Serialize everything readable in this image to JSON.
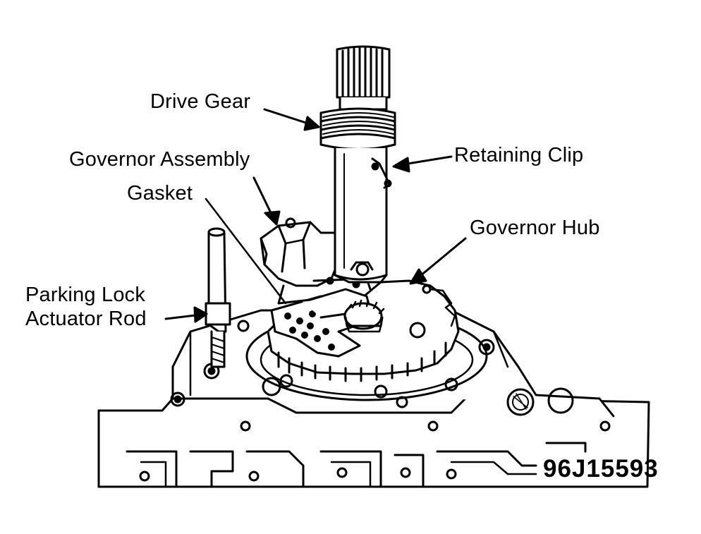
{
  "labels": {
    "drive_gear": "Drive Gear",
    "retaining_clip": "Retaining Clip",
    "governor_assembly": "Governor Assembly",
    "gasket": "Gasket",
    "governor_hub": "Governor Hub",
    "parking_lock_line1": "Parking Lock",
    "parking_lock_line2": "Actuator Rod"
  },
  "figure_code": "96J15593",
  "colors": {
    "ink": "#000000",
    "paper": "#ffffff"
  }
}
